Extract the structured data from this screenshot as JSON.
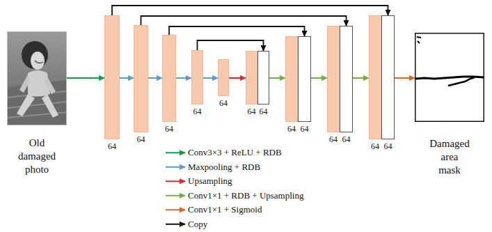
{
  "diagram": {
    "nodes": [
      {
        "text": [
          "Old damaged photo"
        ]
      },
      {
        "text": [
          "64"
        ]
      },
      {
        "text": [
          "64"
        ]
      },
      {
        "text": [
          "64"
        ]
      },
      {
        "text": [
          "64"
        ]
      },
      {
        "text": [
          "64"
        ]
      },
      {
        "text": [
          "64"
        ]
      },
      {
        "text": [
          "64"
        ]
      },
      {
        "text": [
          "64"
        ]
      },
      {
        "text": [
          "64"
        ]
      },
      {
        "text": [
          "64"
        ]
      },
      {
        "text": [
          "64"
        ]
      },
      {
        "text": [
          "64"
        ]
      },
      {
        "text": [
          "64"
        ]
      },
      {
        "text": [
          "Damaged area mask"
        ]
      }
    ],
    "edges": [
      {
        "from": 0,
        "to": 1,
        "arrow": "to"
      },
      {
        "from": 1,
        "to": 2,
        "arrow": "to"
      },
      {
        "from": 2,
        "to": 3,
        "arrow": "to"
      },
      {
        "from": 3,
        "to": 4,
        "arrow": "to"
      },
      {
        "from": 4,
        "to": 5,
        "arrow": "to"
      },
      {
        "from": 5,
        "to": 6,
        "arrow": "to"
      },
      {
        "from": 7,
        "to": 8,
        "arrow": "to"
      },
      {
        "from": 9,
        "to": 10,
        "arrow": "to"
      },
      {
        "from": 11,
        "to": 12,
        "arrow": "to"
      },
      {
        "from": 13,
        "to": 14,
        "arrow": "to"
      },
      {
        "from": 1,
        "to": 13,
        "arrow": "to"
      },
      {
        "from": 2,
        "to": 11,
        "arrow": "to"
      },
      {
        "from": 3,
        "to": 9,
        "arrow": "to"
      },
      {
        "from": 4,
        "to": 7,
        "arrow": "to"
      }
    ],
    "legend": [
      {
        "text": "Conv3×3 + ReLU + RDB"
      },
      {
        "text": "Maxpooling + RDB"
      },
      {
        "text": "Upsampling"
      },
      {
        "text": "Conv1×1 + RDB + Upsampling"
      },
      {
        "text": "Conv1×1 + Sigmoid"
      },
      {
        "text": "Copy"
      }
    ]
  }
}
